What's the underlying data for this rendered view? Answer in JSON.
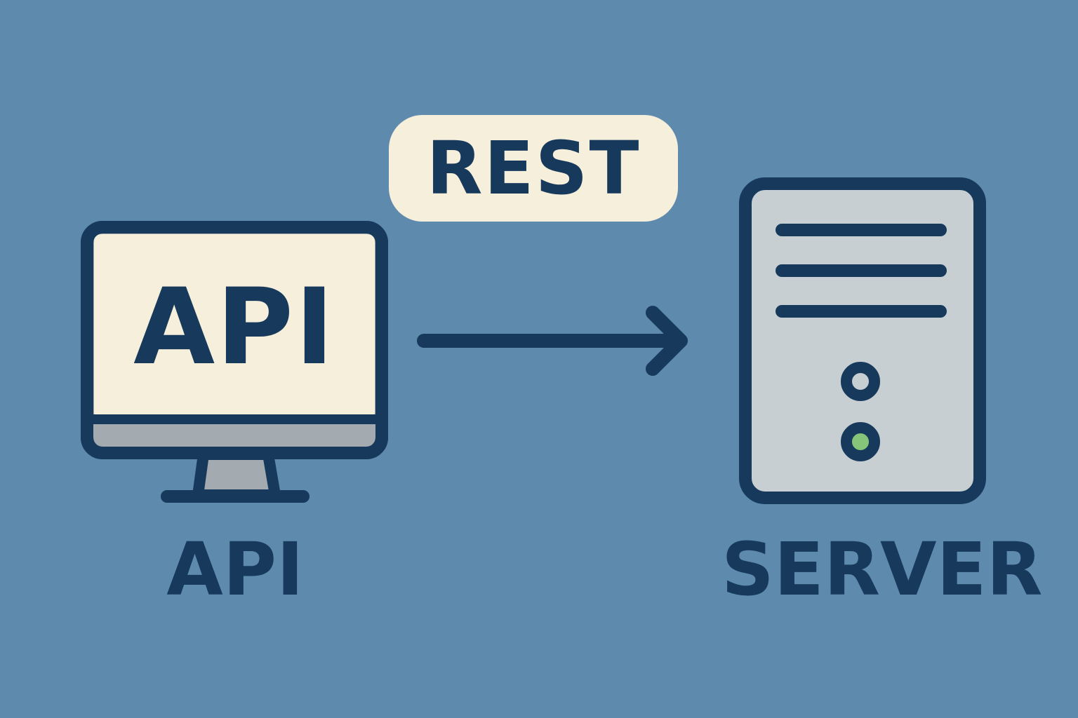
{
  "diagram": {
    "connector": {
      "label": "REST"
    },
    "client": {
      "screen_text": "API",
      "caption": "API",
      "icon": "computer-monitor-icon"
    },
    "server": {
      "caption": "SERVER",
      "icon": "server-tower-icon",
      "indicators": [
        "off",
        "on"
      ]
    },
    "arrow": {
      "direction": "left-to-right",
      "icon": "arrow-right-icon"
    }
  },
  "colors": {
    "background": "#5e8aae",
    "ink": "#173a5c",
    "cream": "#f6efdc",
    "panel_gray": "#c8cfd2",
    "status_light": "#86c47a"
  }
}
